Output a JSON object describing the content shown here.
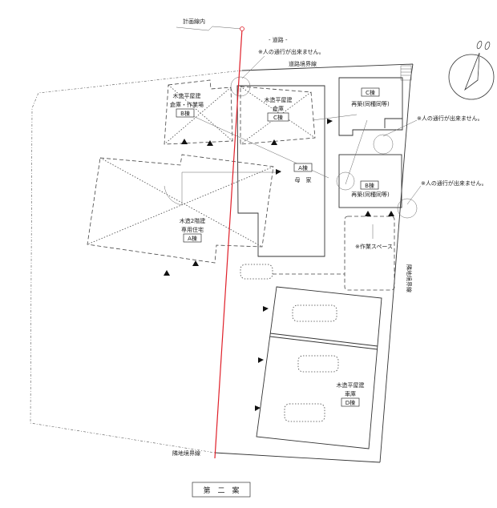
{
  "labels": {
    "plan_line": "計画線内",
    "road": "- 道路 -",
    "no_passage_top": "※人の通行が出来ません。",
    "no_passage_mid": "※人の通行が出来ません。",
    "no_passage_right": "※人の通行が出来ません。",
    "road_boundary": "道路境界線",
    "adjacent_boundary_bottom": "隣地境界線",
    "adjacent_boundary_right": "隣地境界線",
    "work_space": "※作業スペース",
    "plan_title": "第　二　案"
  },
  "buildings": {
    "b_storage": {
      "line1": "木造平屋建",
      "line2": "倉庫・作業場",
      "tag": "B棟"
    },
    "c_storage": {
      "line1": "木造平屋建",
      "line2": "倉庫",
      "tag": "C棟"
    },
    "c_rebuild": {
      "tag": "C棟",
      "note": "再築(同種同等)"
    },
    "main_house": {
      "tag": "A棟",
      "name": "母　家"
    },
    "b_rebuild": {
      "tag": "B棟",
      "note": "再築(同種同等)"
    },
    "a_house": {
      "line1": "木造2階建",
      "line2": "専用住宅",
      "tag": "A棟"
    },
    "d_garage": {
      "line1": "木造平屋建",
      "line2": "車庫",
      "tag": "D棟"
    }
  },
  "colors": {
    "plan_line": "#e0202a",
    "lines": "#333333"
  }
}
